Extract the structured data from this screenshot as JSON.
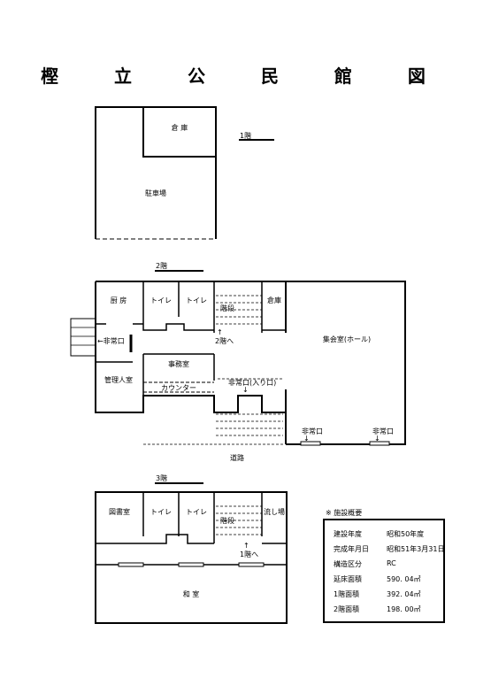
{
  "title": "樫 立 公 民 館 図",
  "floor1": {
    "label": "1階",
    "rooms": {
      "storage": "倉 庫",
      "parking": "駐車場"
    }
  },
  "floor2": {
    "label": "2階",
    "rooms": {
      "kitchen": "厨 房",
      "toilet1": "トイレ",
      "toilet2": "トイレ",
      "stairs": "階段",
      "storage": "倉庫",
      "hall": "集会室(ホール)",
      "emergency_exit_left": "←非常口",
      "to_floor2": "2階へ",
      "office": "事務室",
      "manager_room": "管理人室",
      "counter": "カウンター",
      "emergency_entrance": "非常口(入り口)",
      "emergency_exit_bottom1": "非常口",
      "emergency_exit_bottom2": "非常口",
      "road": "道路"
    }
  },
  "floor3": {
    "label": "3階",
    "rooms": {
      "library": "図書室",
      "toilet1": "トイレ",
      "toilet2": "トイレ",
      "stairs": "階段",
      "sink": "流し場",
      "to_floor1": "1階へ",
      "japanese_room": "和 室"
    }
  },
  "facility_overview": {
    "heading": "※ 施設概要",
    "rows": [
      {
        "key": "建設年度",
        "value": "昭和50年度"
      },
      {
        "key": "完成年月日",
        "value": "昭和51年3月31日"
      },
      {
        "key": "構造区分",
        "value": "RC"
      },
      {
        "key": "延床面積",
        "value": "590. 04㎡"
      },
      {
        "key": "1階面積",
        "value": "392. 04㎡"
      },
      {
        "key": "2階面積",
        "value": "198. 00㎡"
      }
    ]
  }
}
